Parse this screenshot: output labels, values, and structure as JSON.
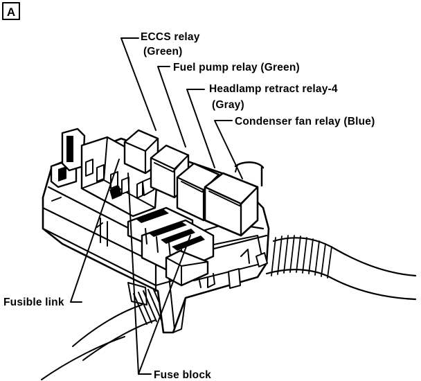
{
  "panel": {
    "letter": "A"
  },
  "labels": {
    "eccs_relay_line1": "ECCS relay",
    "eccs_relay_line2": "(Green)",
    "fuel_pump_relay": "Fuel pump relay (Green)",
    "headlamp_relay_line1": "Headlamp retract relay-4",
    "headlamp_relay_line2": "(Gray)",
    "condenser_fan_relay": "Condenser fan relay (Blue)",
    "fusible_link": "Fusible link",
    "fuse_block": "Fuse block"
  }
}
